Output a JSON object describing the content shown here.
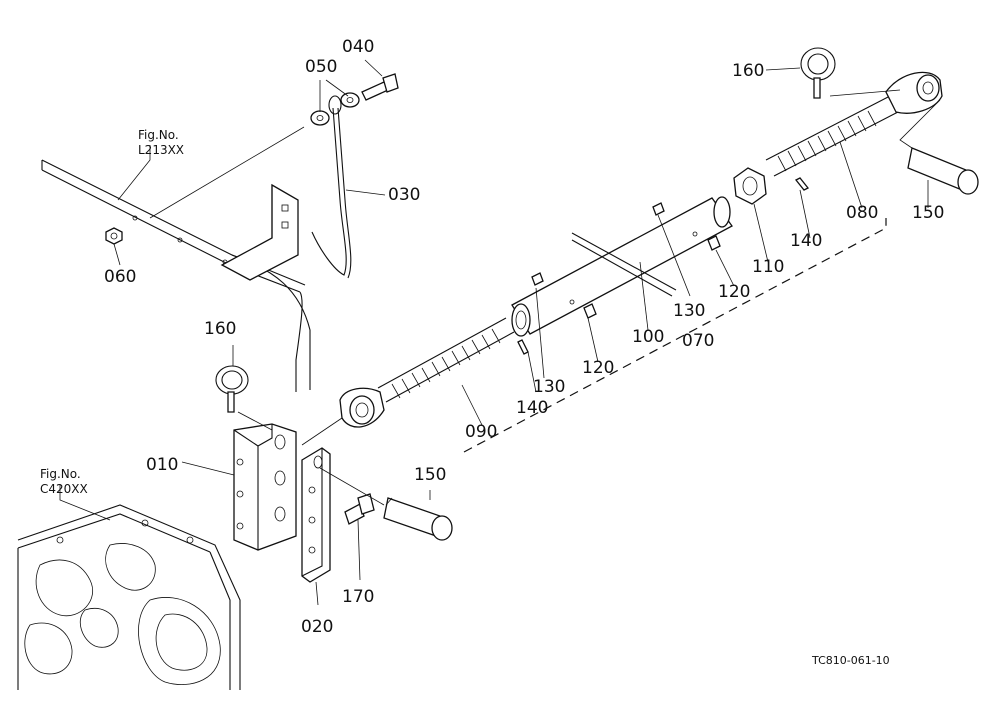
{
  "diagram": {
    "drawing_code": "TC810-061-10",
    "figure_refs": [
      {
        "line1": "Fig.No.",
        "line2": "L213XX"
      },
      {
        "line1": "Fig.No.",
        "line2": "C420XX"
      }
    ],
    "part_numbers": [
      "010",
      "020",
      "030",
      "040",
      "050",
      "060",
      "070",
      "080",
      "090",
      "100",
      "110",
      "120",
      "120",
      "130",
      "130",
      "140",
      "140",
      "150",
      "150",
      "160",
      "160",
      "170"
    ]
  }
}
